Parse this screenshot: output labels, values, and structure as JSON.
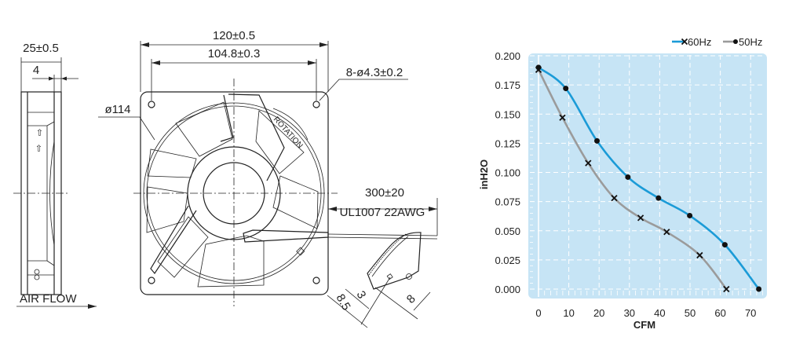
{
  "drawing": {
    "side_view": {
      "width_dim": "25±0.5",
      "flange_dim": "4",
      "airflow_label": "AIR FLOW"
    },
    "front_view": {
      "outer_dim": "120±0.5",
      "hole_pitch_dim": "104.8±0.3",
      "holes_dim": "8-ø4.3±0.2",
      "diameter_dim": "ø114",
      "rotation_label": "ROTATION",
      "lead_length_dim": "300±20",
      "lead_spec": "UL1007  22AWG"
    },
    "detail_view": {
      "dim_a": "3",
      "dim_b": "8.5",
      "dim_c": "8"
    }
  },
  "colors": {
    "panel": "#c6e4f5",
    "series_60hz": "#1b9bd7",
    "series_50hz": "#9b9b9b"
  },
  "chart_data": {
    "type": "line",
    "title": "",
    "xlabel": "CFM",
    "ylabel": "inH2O",
    "xlim": [
      0,
      75
    ],
    "ylim": [
      0,
      0.2
    ],
    "x_ticks": [
      "0",
      "10",
      "20",
      "30",
      "40",
      "50",
      "60",
      "70"
    ],
    "y_ticks": [
      "0.000",
      "0.025",
      "0.050",
      "0.075",
      "0.100",
      "0.125",
      "0.150",
      "0.175",
      "0.200"
    ],
    "grid": true,
    "legend": {
      "placement": "top-right",
      "entries": [
        {
          "label": "60Hz",
          "marker": "x",
          "color": "#1b9bd7"
        },
        {
          "label": "50Hz",
          "marker": "dot",
          "color": "#9b9b9b"
        }
      ]
    },
    "series": [
      {
        "name": "blue-dot-curve",
        "color": "#1b9bd7",
        "marker": "dot",
        "x": [
          0,
          9,
          19.3,
          29.5,
          39.6,
          49.9,
          61.5,
          72.7
        ],
        "y": [
          0.19,
          0.172,
          0.127,
          0.096,
          0.078,
          0.063,
          0.038,
          0.0
        ]
      },
      {
        "name": "gray-x-curve",
        "color": "#9b9b9b",
        "marker": "x",
        "x": [
          0,
          7.9,
          16.4,
          25.0,
          33.7,
          42.3,
          53.2,
          62.0
        ],
        "y": [
          0.188,
          0.147,
          0.108,
          0.078,
          0.061,
          0.049,
          0.029,
          0.0
        ]
      }
    ]
  }
}
